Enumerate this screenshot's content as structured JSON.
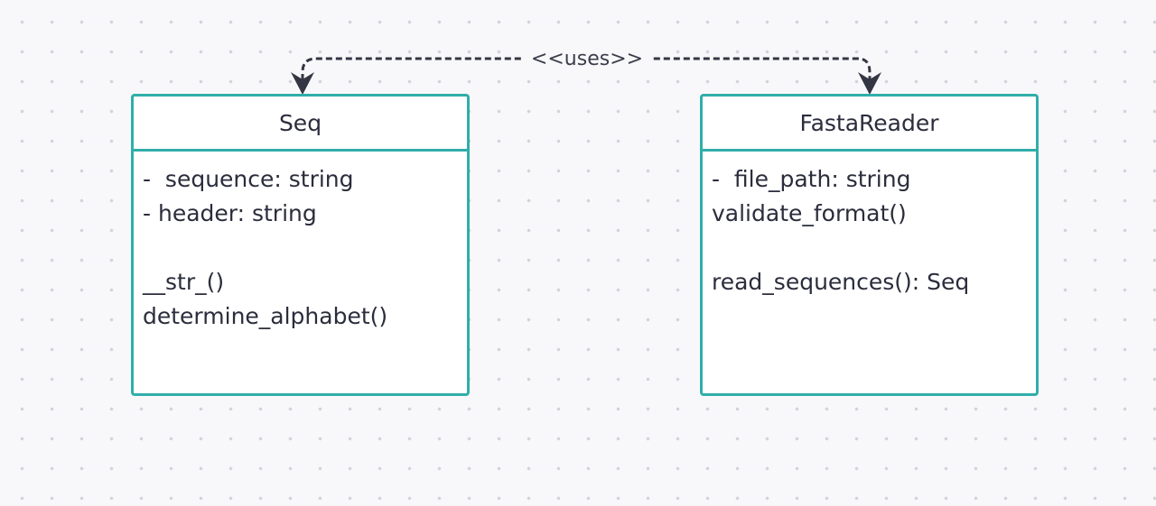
{
  "classes": {
    "seq": {
      "name": "Seq",
      "attributes": [
        "-  sequence: string",
        "- header: string"
      ],
      "methods": [
        "__str_()",
        "determine_alphabet()"
      ]
    },
    "fasta_reader": {
      "name": "FastaReader",
      "attributes": [
        "-  file_path: string",
        "validate_format()"
      ],
      "methods": [
        "read_sequences(): Seq"
      ]
    }
  },
  "relationship": {
    "label": "<<uses>>",
    "style": "dashed",
    "color": "#343643"
  },
  "colors": {
    "box_border": "#30aeaa",
    "text": "#2b2d3c",
    "background": "#f8f8fb"
  }
}
